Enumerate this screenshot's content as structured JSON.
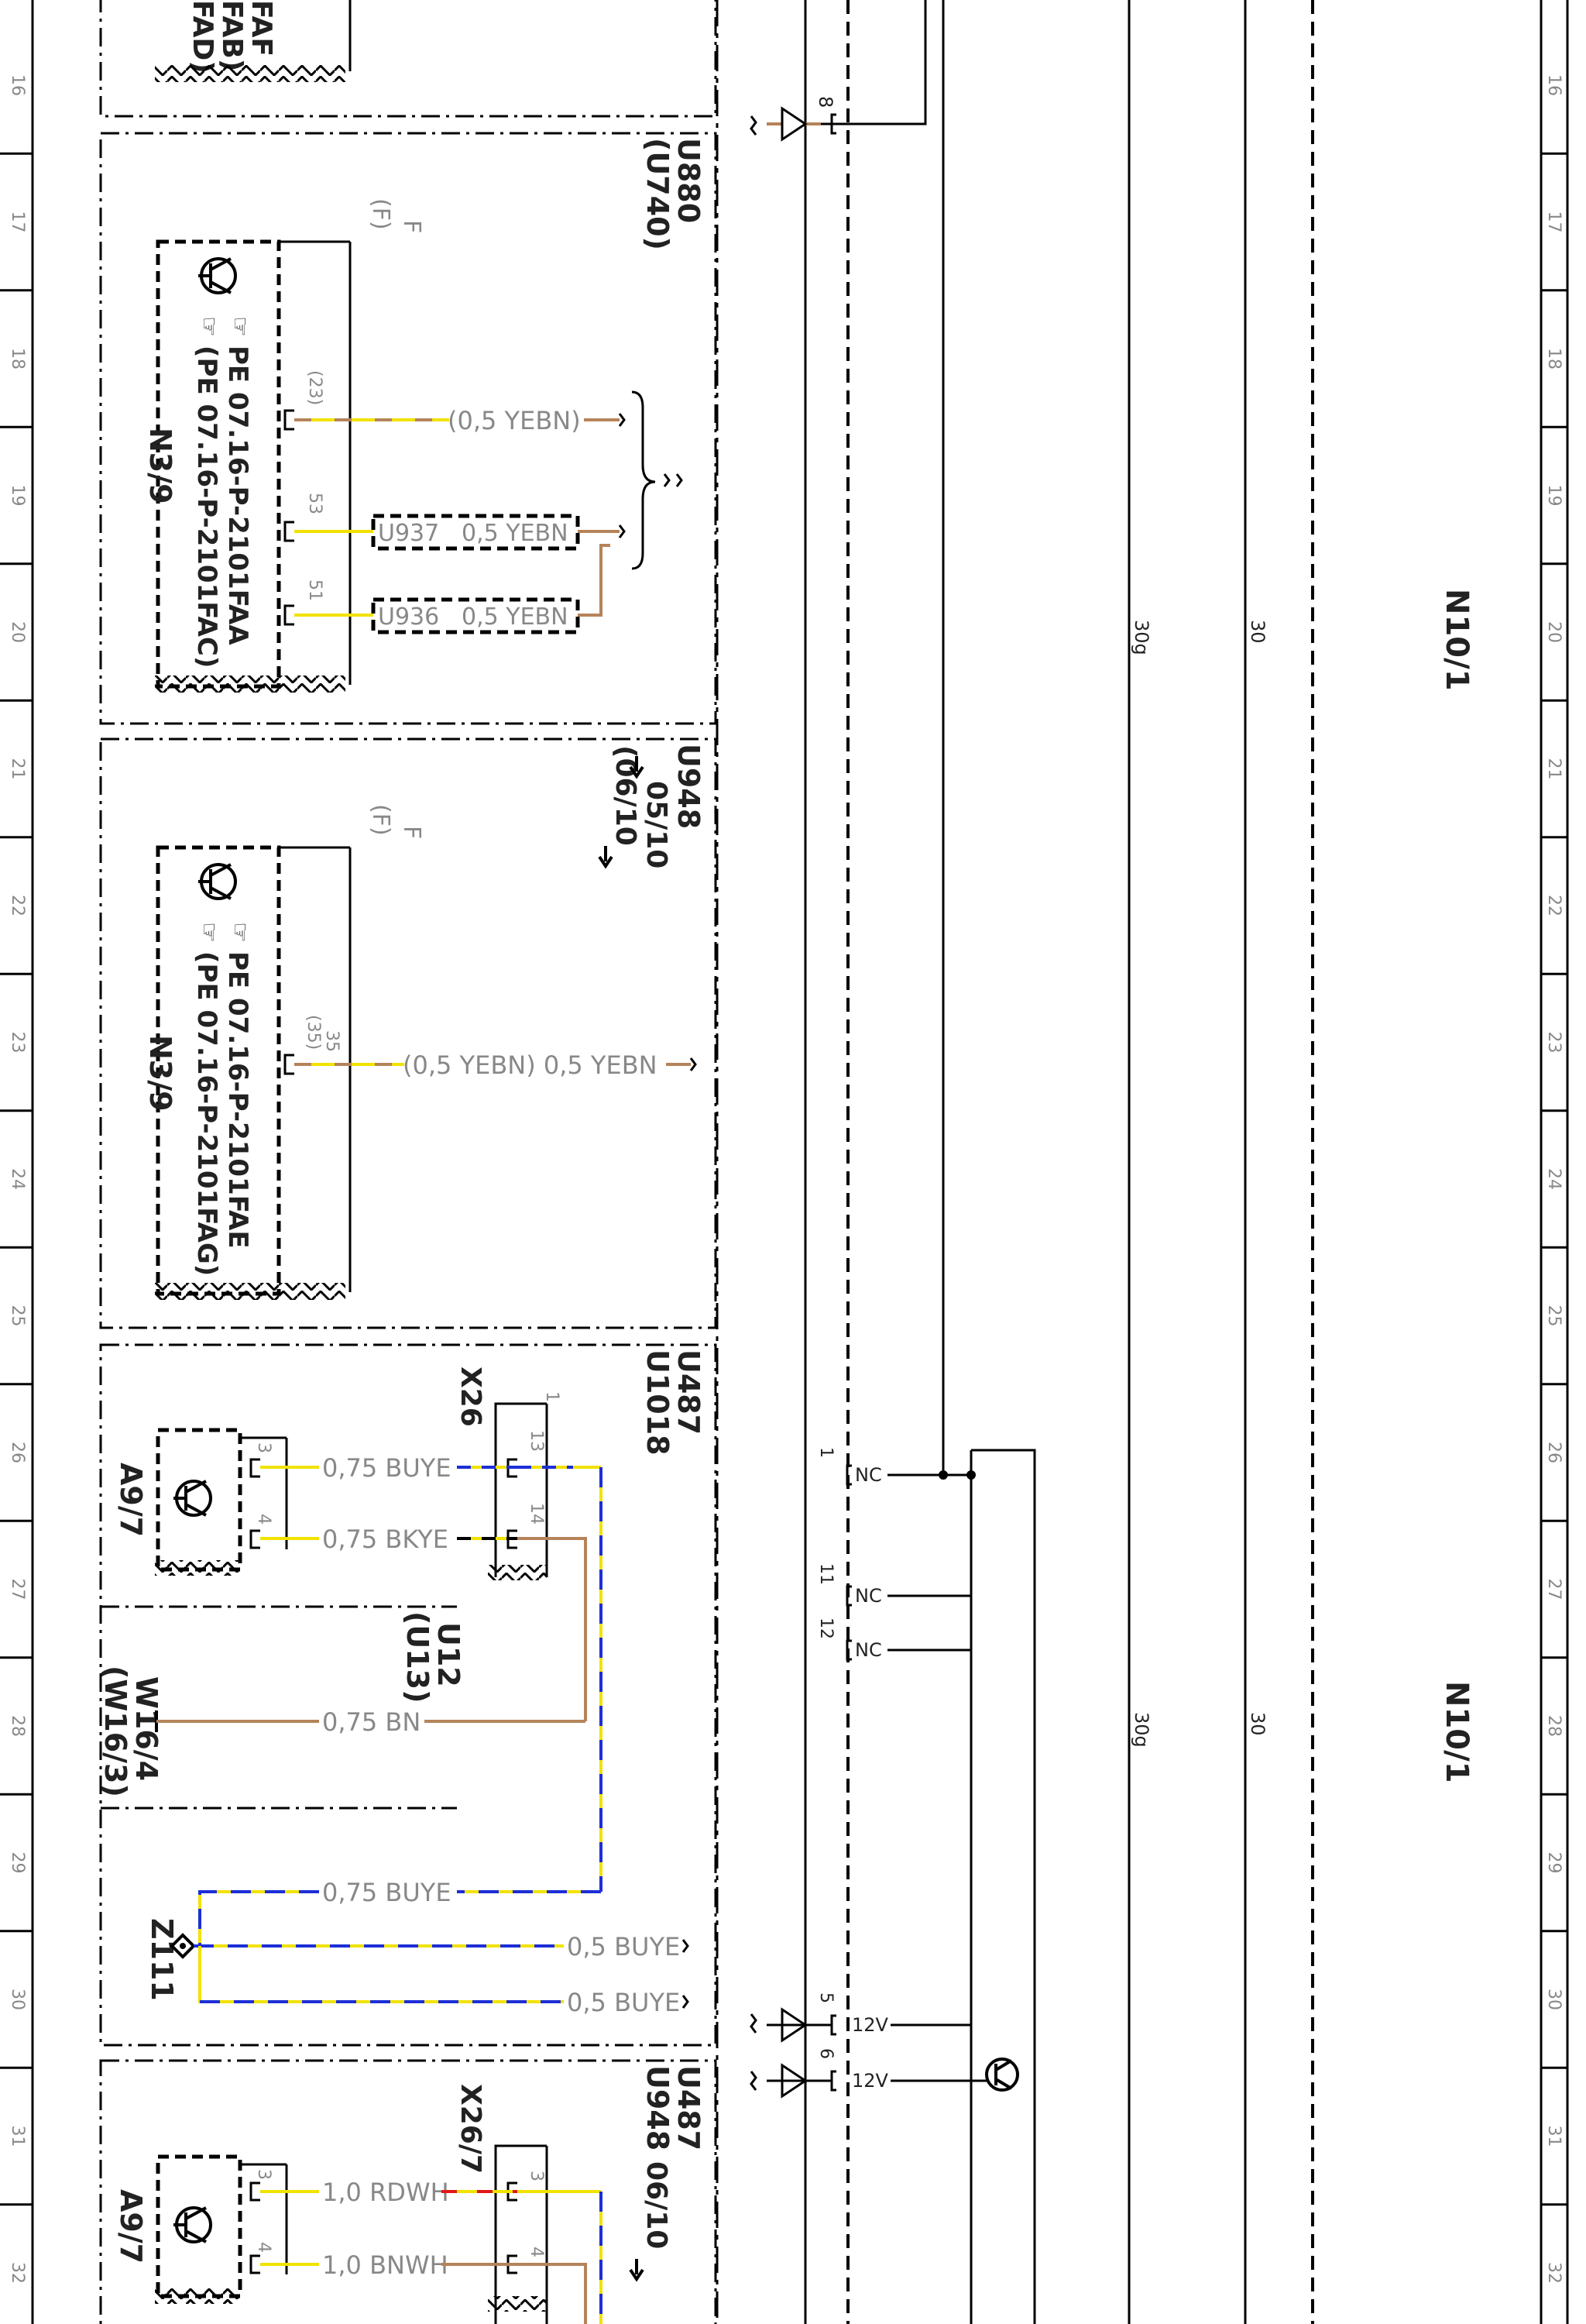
{
  "grid": {
    "rows": [
      "16",
      "17",
      "18",
      "19",
      "20",
      "21",
      "22",
      "23",
      "24",
      "25",
      "26",
      "27",
      "28",
      "29",
      "30",
      "31",
      "32"
    ]
  },
  "colors": {
    "yellow": "#f2e200",
    "brown": "#b5835a",
    "blue": "#1c2fd6",
    "red": "#e01818",
    "black": "#000000",
    "grey": "#888888"
  },
  "icons": [
    "transistor-icon",
    "hand-pointer-icon",
    "ground-triangle-icon",
    "wavy-break-icon",
    "junction-diamond-icon"
  ],
  "blocks": {
    "top": {
      "codes": [
        "FAF",
        "FAB)",
        "FAD)"
      ]
    },
    "u880": {
      "code": "U880",
      "code_alt": "(U740)",
      "pin_f": "F",
      "pin_f_alt": "(F)",
      "ref1": "PE 07.16-P-2101FAA",
      "ref2": "(PE 07.16-P-2101FAC)",
      "name": "N3/9",
      "pin_23": "(23)",
      "pin_53": "53",
      "pin_51": "51",
      "wire_1": "(0,5 YEBN)",
      "box_1_code": "U937",
      "box_1_wire": "0,5 YEBN",
      "box_2_code": "U936",
      "box_2_wire": "0,5 YEBN"
    },
    "u948": {
      "code": "U948",
      "fwd": "05/10",
      "back": "(06/10",
      "pin_f": "F",
      "pin_f_alt": "(F)",
      "ref1": "PE 07.16-P-2101FAE",
      "ref2": "(PE 07.16-P-2101FAG)",
      "name": "N3/9",
      "pin_35": "35",
      "pin_35_alt": "(35)",
      "wire": "(0,5 YEBN) 0,5 YEBN"
    },
    "u487a": {
      "code1": "U487",
      "code2": "U1018",
      "connector": "X26",
      "conn_pin_top": "1",
      "conn_pin_13": "13",
      "conn_pin_14": "14",
      "comp": "A9/7",
      "comp_pin_3": "3",
      "comp_pin_4": "4",
      "wire_1": "0,75 BUYE",
      "wire_2": "0,75 BKYE",
      "sub_code": "U12",
      "sub_code_alt": "(U13)",
      "w_name": "W16/4",
      "w_name_alt": "(W16/3)",
      "wire_3": "0,75 BN",
      "wire_4": "0,75 BUYE",
      "splice": "Z111",
      "wire_5": "0,5 BUYE",
      "wire_6": "0,5 BUYE"
    },
    "u487b": {
      "code1": "U487",
      "code2": "U948",
      "fwd": "06/10",
      "connector": "X26/7",
      "conn_pin_3": "3",
      "conn_pin_4": "4",
      "comp": "A9/7",
      "comp_pin_3": "3",
      "comp_pin_4": "4",
      "wire_1": "1,0 RDWH",
      "wire_2": "1,0 BNWH"
    }
  },
  "module": {
    "name_1": "N10/1",
    "name_2": "N10/1",
    "pin_8": "8",
    "pin_1": "1",
    "pin_11": "11",
    "pin_12": "12",
    "pin_5": "5",
    "pin_6": "6",
    "nc": "NC",
    "v12": "12V",
    "bus_30g": "30g",
    "bus_30": "30"
  }
}
